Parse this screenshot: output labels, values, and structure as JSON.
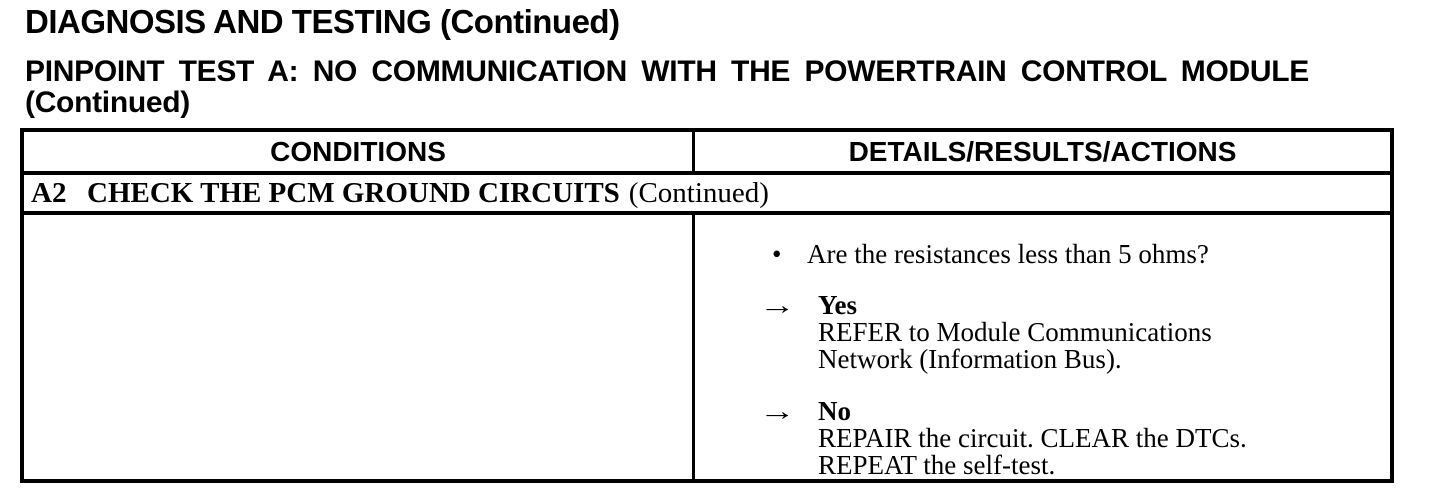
{
  "page": {
    "heading1": "DIAGNOSIS AND TESTING (Continued)",
    "heading2": {
      "line1": "PINPOINT TEST A: NO COMMUNICATION WITH THE POWERTRAIN CONTROL MODULE",
      "line2": "(Continued)"
    }
  },
  "pinpoint_table": {
    "column_headers": [
      "CONDITIONS",
      "DETAILS/RESULTS/ACTIONS"
    ],
    "step": {
      "id": "A2",
      "title": "CHECK THE PCM GROUND CIRCUITS",
      "suffix": "(Continued)"
    },
    "conditions_cell": "",
    "details_cell": {
      "question": {
        "bullet": "•",
        "text": "Are the resistances less than 5 ohms?"
      },
      "results": [
        {
          "arrow": "→",
          "label": "Yes",
          "lines": [
            "REFER to Module Communications",
            "Network (Information Bus)."
          ]
        },
        {
          "arrow": "→",
          "label": "No",
          "lines": [
            "REPAIR the circuit. CLEAR the DTCs.",
            "REPEAT the self-test."
          ]
        }
      ]
    }
  },
  "colors": {
    "background": "#ffffff",
    "ink": "#000000"
  }
}
